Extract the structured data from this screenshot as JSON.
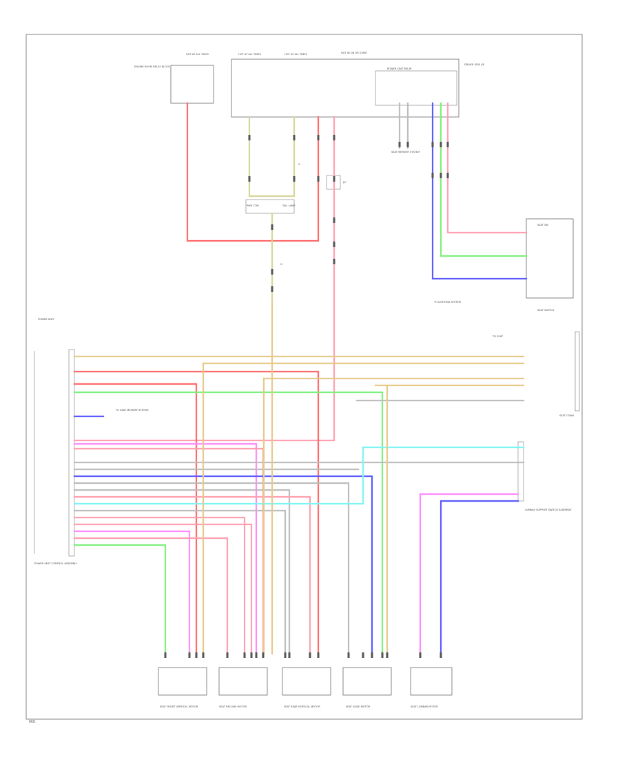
{
  "diagram": {
    "footer_code": "WD2",
    "colors": {
      "red": "#ff6a6a",
      "pink": "#ff8cff",
      "light_pink": "#ff9fb0",
      "green": "#7ef07e",
      "blue": "#5a5aff",
      "cyan": "#7ff4f4",
      "tan": "#e7c98a",
      "olive": "#d6d69a",
      "gray": "#bdbdbd",
      "dark_gray": "#8c8c8c"
    },
    "top_components": {
      "fuse_a_label": "HOT AT ALL TIMES",
      "fuse_a_side": "ENGINE ROOM RELAY BLOCK",
      "fuse_b_label": "HOT AT ALL TIMES",
      "fuse_c_label": "HOT AT ALL TIMES",
      "fuse_d_label": "HOT IN ON OR START",
      "relay_label": "POWER SEAT RELAY",
      "right_block_label": "DRIVER SIDE J/B",
      "splice_label": "J/C",
      "ground_a": "G",
      "ground_b": "G",
      "bottom_left_tag": "PWR CTRL",
      "bottom_right_tag": "TAIL LAMP",
      "lower_right_tag": "SEAT MEMORY SYSTEM"
    },
    "right_components": {
      "switch_label": "SEAT SW",
      "switch_caption": "SEAT SWITCH",
      "ground_caption": "TO LIGHTING SYSTEM",
      "connector_caption": "SEAT CONN",
      "lumbar_caption": "LUMBAR SUPPORT SWITCH ASSEMBLY",
      "mid_label": "TO SEAT"
    },
    "left_components": {
      "module_caption": "POWER SEAT CONTROL ASSEMBLY",
      "top_caption": "POWER SEAT",
      "mid_note": "TO SEAT MEMORY SYSTEM"
    },
    "motors": [
      {
        "caption": "SEAT FRONT VERTICAL MOTOR"
      },
      {
        "caption": "SEAT RECLINE MOTOR"
      },
      {
        "caption": "SEAT REAR VERTICAL MOTOR"
      },
      {
        "caption": "SEAT SLIDE MOTOR"
      },
      {
        "caption": "SEAT LUMBAR MOTOR"
      }
    ]
  }
}
